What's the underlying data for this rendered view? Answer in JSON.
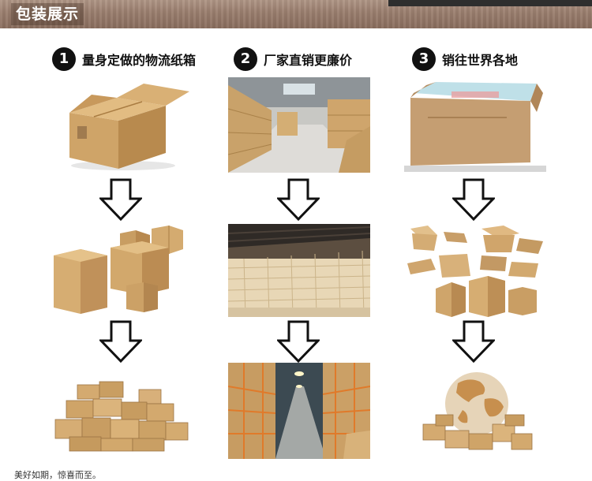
{
  "header": {
    "title": "包装展示"
  },
  "columns": [
    {
      "number": "1",
      "label": "量身定做的物流纸箱"
    },
    {
      "number": "2",
      "label": "厂家直销更廉价"
    },
    {
      "number": "3",
      "label": "销往世界各地"
    }
  ],
  "footer": {
    "caption": "美好如期，惊喜而至。"
  },
  "icons": {
    "step_badge": "numbered-circle-icon",
    "flow_arrow": "down-arrow-icon"
  },
  "colors": {
    "header": "#9a7e6e",
    "kraft": "#d4a86e",
    "badge": "#111111"
  }
}
